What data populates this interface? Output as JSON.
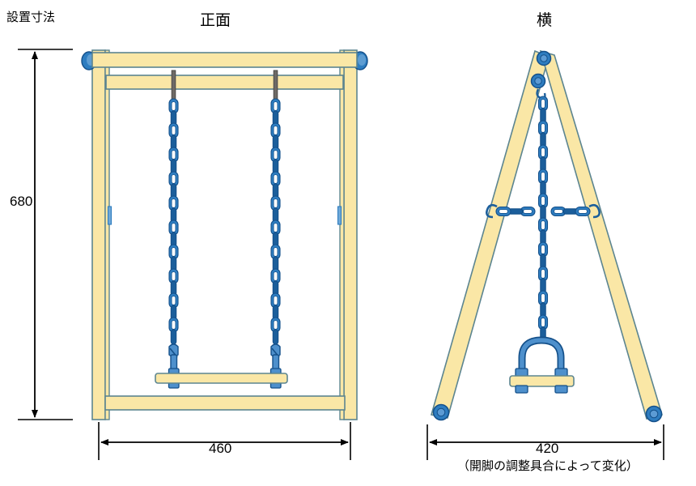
{
  "drawing": {
    "caption": "設置寸法",
    "views": [
      {
        "id": "front",
        "title": "正面"
      },
      {
        "id": "side",
        "title": "横"
      }
    ],
    "dimensions": {
      "height": {
        "value": "680",
        "unit_implied": "mm",
        "orientation": "vertical",
        "view": "front"
      },
      "front_width": {
        "value": "460",
        "unit_implied": "mm",
        "orientation": "horizontal",
        "view": "front"
      },
      "side_width": {
        "value": "420",
        "unit_implied": "mm",
        "orientation": "horizontal",
        "view": "side"
      },
      "side_note": "（開脚の調整具合によって変化）"
    },
    "colors": {
      "wood_fill": "#FAE7A6",
      "wood_stroke": "#5C8590",
      "hardware_blue": "#2E7DC0",
      "hardware_blue_dark": "#1B5E9B",
      "hardware_blue_light": "#6FA8D8",
      "bolt_gray": "#6E6A66",
      "dimension_line": "#000000",
      "background": "#FFFFFF"
    },
    "parts": {
      "post": "縦柱",
      "top_beam": "上枠",
      "upper_rail": "中枠",
      "bottom_beam": "下枠",
      "chain": "チェーン",
      "seat": "座板",
      "swivel": "スイベル金具",
      "foot_pad": "脚キャップ",
      "pivot_bolt": "開脚ボルト",
      "cross_chain": "開脚止めチェーン"
    }
  }
}
